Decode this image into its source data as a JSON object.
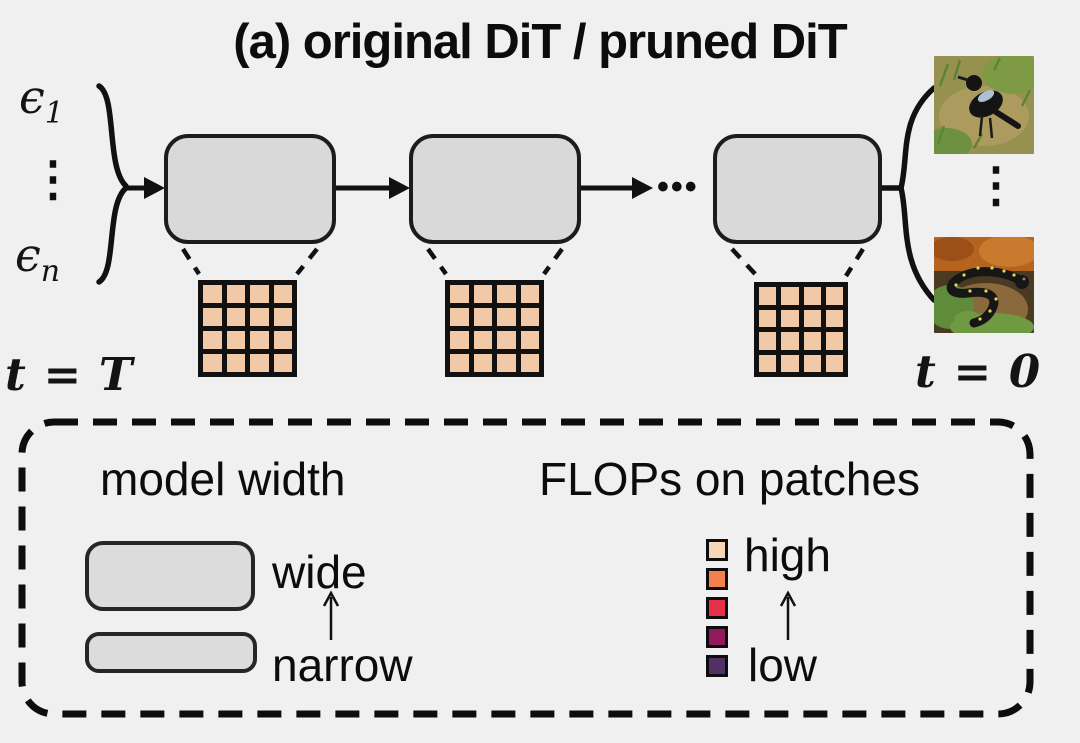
{
  "title": "(a) original DiT / pruned DiT",
  "inputs": {
    "top_symbol": "ϵ",
    "top_sub": "1",
    "vdots": "⋮",
    "bottom_symbol": "ϵ",
    "bottom_sub": "n"
  },
  "outputs": {
    "vdots": "⋮"
  },
  "timeline": {
    "left": "t = T",
    "right": "t = 0"
  },
  "pipeline": {
    "ellipsis": "•••"
  },
  "patch_grid": {
    "rows": 4,
    "cols": 4
  },
  "legend": {
    "model_width": {
      "heading": "model width",
      "wide": "wide",
      "narrow": "narrow"
    },
    "flops": {
      "heading": "FLOPs on patches",
      "high": "high",
      "low": "low",
      "palette": [
        "#F7D6B6",
        "#F2814E",
        "#E4304A",
        "#92195E",
        "#513063"
      ]
    }
  },
  "colors": {
    "bg": "#F0F0F0",
    "blockFill": "#D9D9D9",
    "blockBorder": "#1C1C1C",
    "patchFill": "#F2C9A6",
    "line": "#111111",
    "legendShapeFill": "#DCDCDC"
  }
}
